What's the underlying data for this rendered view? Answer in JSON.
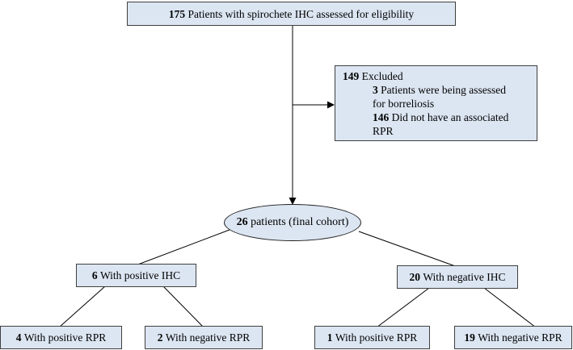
{
  "top": {
    "number": "175",
    "text": "Patients with spirochete IHC assessed for eligibility"
  },
  "excluded": {
    "number": "149",
    "label": "Excluded",
    "items": [
      {
        "number": "3",
        "text_line1": "Patients were being assessed",
        "text_line2": "for borreliosis"
      },
      {
        "number": "146",
        "text_line1": "Did not have an associated",
        "text_line2": "RPR"
      }
    ]
  },
  "cohort": {
    "number": "26",
    "text": "patients (final cohort)"
  },
  "positive_ihc": {
    "number": "6",
    "text": "With positive IHC"
  },
  "negative_ihc": {
    "number": "20",
    "text": "With negative IHC"
  },
  "outcomes": [
    {
      "number": "4",
      "text": "With positive RPR"
    },
    {
      "number": "2",
      "text": "With negative RPR"
    },
    {
      "number": "1",
      "text": "With positive RPR"
    },
    {
      "number": "19",
      "text": "With negative RPR"
    }
  ]
}
